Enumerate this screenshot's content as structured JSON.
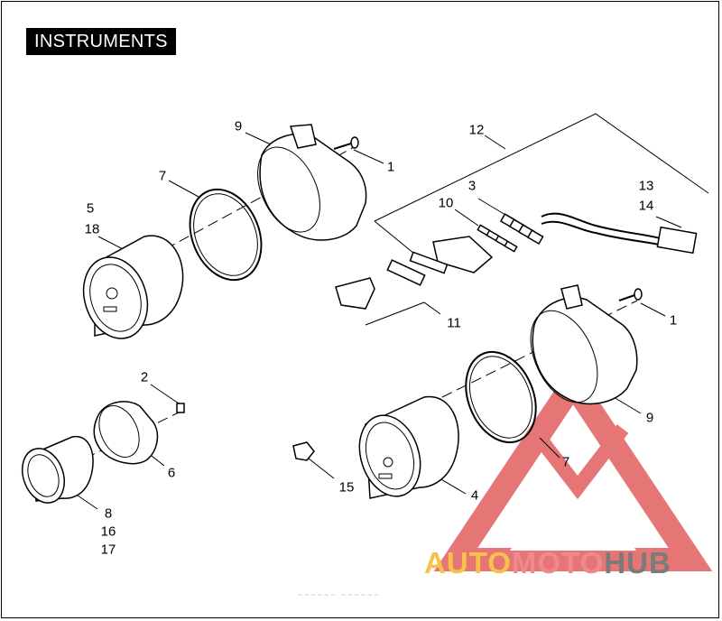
{
  "title": "INSTRUMENTS",
  "callouts": {
    "c9a": "9",
    "c1a": "1",
    "c12": "12",
    "c7a": "7",
    "c5": "5",
    "c18": "18",
    "c3": "3",
    "c10": "10",
    "c13": "13",
    "c14": "14",
    "c11": "11",
    "c1b": "1",
    "c2": "2",
    "c9b": "9",
    "c6": "6",
    "c7b": "7",
    "c8": "8",
    "c16": "16",
    "c17": "17",
    "c4": "4",
    "c15": "15"
  },
  "watermark": {
    "part1": "AUTO",
    "part2": "MOTO",
    "part3": "HUB",
    "colors": {
      "auto": "#f6c24b",
      "moto": "#ef8a8a",
      "hub": "#7b7b7b",
      "logo": "#e05555"
    }
  },
  "footer_id": "~~~~~~ ~~~~~~"
}
